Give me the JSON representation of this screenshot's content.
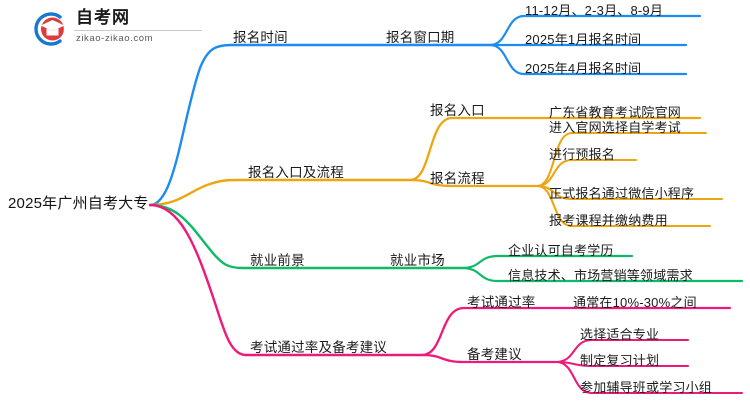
{
  "logo": {
    "title": "自考网",
    "subtitle": "zikao-zikao.com",
    "mark_name": "graduation-cap-logo-icon",
    "colors": {
      "arc": "#1878d0",
      "cap": "#d42a2a",
      "cap_dark": "#b71c1c"
    }
  },
  "colors": {
    "blue": "#1c8cf0",
    "orange": "#eda511",
    "green": "#0fba67",
    "pink": "#ec1b7b",
    "text": "#1b1b1b"
  },
  "root": {
    "label": "2025年广州自考大专"
  },
  "branches": [
    {
      "id": "registration-time",
      "color": "#1c8cf0",
      "label": "报名时间",
      "children": [
        {
          "label": "报名窗口期",
          "leaves": [
            "11-12月、2-3月、8-9月",
            "2025年1月报名时间",
            "2025年4月报名时间"
          ]
        }
      ]
    },
    {
      "id": "entry-and-process",
      "color": "#eda511",
      "label": "报名入口及流程",
      "children": [
        {
          "label": "报名入口",
          "leaves": [
            "广东省教育考试院官网"
          ]
        },
        {
          "label": "报名流程",
          "leaves": [
            "进入官网选择自学考试",
            "进行预报名",
            "正式报名通过微信小程序",
            "报考课程并缴纳费用"
          ]
        }
      ]
    },
    {
      "id": "employment-prospects",
      "color": "#0fba67",
      "label": "就业前景",
      "children": [
        {
          "label": "就业市场",
          "leaves": [
            "企业认可自考学历",
            "信息技术、市场营销等领域需求"
          ]
        }
      ]
    },
    {
      "id": "pass-rate-and-advice",
      "color": "#ec1b7b",
      "label": "考试通过率及备考建议",
      "children": [
        {
          "label": "考试通过率",
          "leaves": [
            "通常在10%-30%之间"
          ]
        },
        {
          "label": "备考建议",
          "leaves": [
            "选择适合专业",
            "制定复习计划",
            "参加辅导班或学习小组"
          ]
        }
      ]
    }
  ]
}
